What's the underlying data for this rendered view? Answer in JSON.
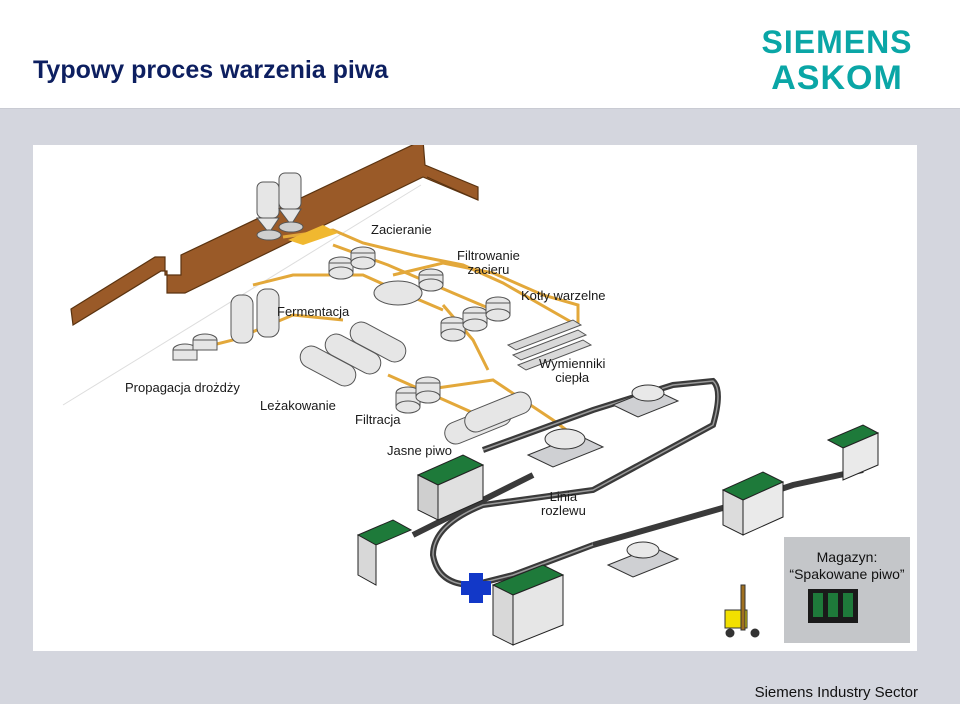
{
  "page": {
    "title": "Typowy proces warzenia piwa",
    "footer": "Siemens Industry Sector"
  },
  "logo": {
    "line1": "SIEMENS",
    "line2": "ASKOM",
    "color": "#0aa6a6",
    "dark": "#0b2e6e"
  },
  "stages": {
    "zacieranie": "Zacieranie",
    "filtrowanie": "Filtrowanie\nzacieru",
    "kotly": "Kotły warzelne",
    "fermentacja": "Fermentacja",
    "propagacja": "Propagacja drożdży",
    "wymienniki": "Wymienniki\nciepła",
    "lezakowanie": "Leżakowanie",
    "filtracja": "Filtracja",
    "jasne": "Jasne piwo",
    "linia": "Linia\nrozlewu"
  },
  "warehouse": {
    "line1": "Magazyn:",
    "line2": "“Spakowane piwo”"
  },
  "colors": {
    "wall": "#9a5a28",
    "pipe": "#e3a83a",
    "tank": "#e8e8e8",
    "machine": "#1e7a3a",
    "conveyor": "#3a3a3a",
    "forklift": "#f2e000",
    "cross": "#1238c8"
  }
}
